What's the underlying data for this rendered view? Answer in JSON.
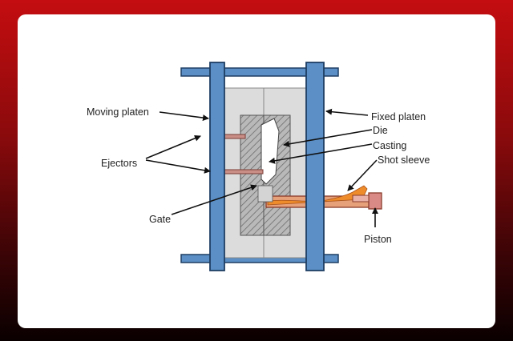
{
  "diagram": {
    "labels": {
      "moving_platen": "Moving platen",
      "fixed_platen": "Fixed platen",
      "die": "Die",
      "casting": "Casting",
      "shot_sleeve": "Shot sleeve",
      "ejectors": "Ejectors",
      "gate": "Gate",
      "piston": "Piston"
    },
    "colors": {
      "platen": "#5b8fc6",
      "platen_stroke": "#1f3e63",
      "die_block": "#d6d6d6",
      "die_hatch": "#8a8a8a",
      "casting": "#ffffff",
      "molten_metal": "#e89040",
      "sleeve": "#cf6a66",
      "frame_border": "#c40d10"
    }
  }
}
